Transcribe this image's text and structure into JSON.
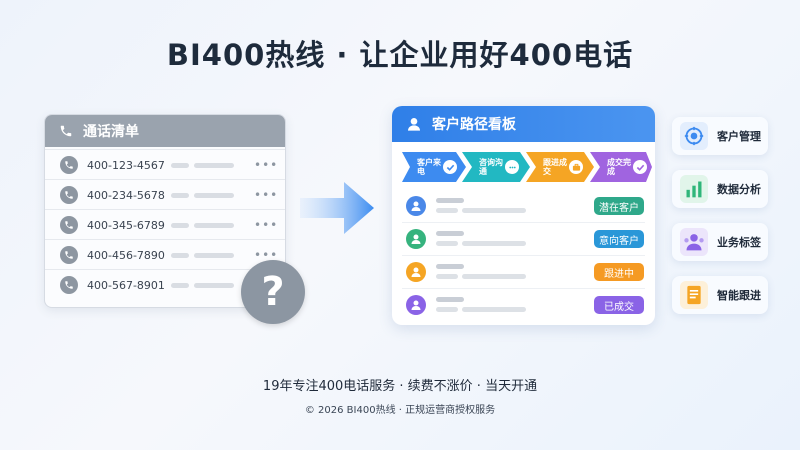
{
  "title": "BI400热线 · 让企业用好400电话",
  "call_log": {
    "header": "通话清单",
    "numbers": [
      "400-123-4567",
      "400-234-5678",
      "400-345-6789",
      "400-456-7890",
      "400-567-8901"
    ],
    "more": "•••",
    "question_mark": "?"
  },
  "kanban": {
    "header": "客户路径看板",
    "stages": [
      {
        "label": "客户来电",
        "color": "#3d8bf0"
      },
      {
        "label": "咨询沟通",
        "color": "#22b8c2"
      },
      {
        "label": "跟进成交",
        "color": "#f5a524"
      },
      {
        "label": "成交完成",
        "color": "#a064e0"
      }
    ],
    "customers": [
      {
        "tag": "潜在客户",
        "color": "#2fa88a",
        "avatar_color": "#4a88e8"
      },
      {
        "tag": "意向客户",
        "color": "#2a97d8",
        "avatar_color": "#36b37e"
      },
      {
        "tag": "跟进中",
        "color": "#f59a23",
        "avatar_color": "#f5a524"
      },
      {
        "tag": "已成交",
        "color": "#8a63e6",
        "avatar_color": "#8a63e6"
      }
    ]
  },
  "features": [
    {
      "label": "客户管理",
      "icon": "target-icon",
      "color": "#3d8bf0"
    },
    {
      "label": "数据分析",
      "icon": "bar-chart-icon",
      "color": "#2fb67a"
    },
    {
      "label": "业务标签",
      "icon": "users-icon",
      "color": "#8a63e6"
    },
    {
      "label": "智能跟进",
      "icon": "document-icon",
      "color": "#f5a524"
    }
  ],
  "tagline": "19年专注400电话服务 · 续费不涨价 · 当天开通",
  "copyright": "© 2026 BI400热线 · 正规运营商授权服务"
}
